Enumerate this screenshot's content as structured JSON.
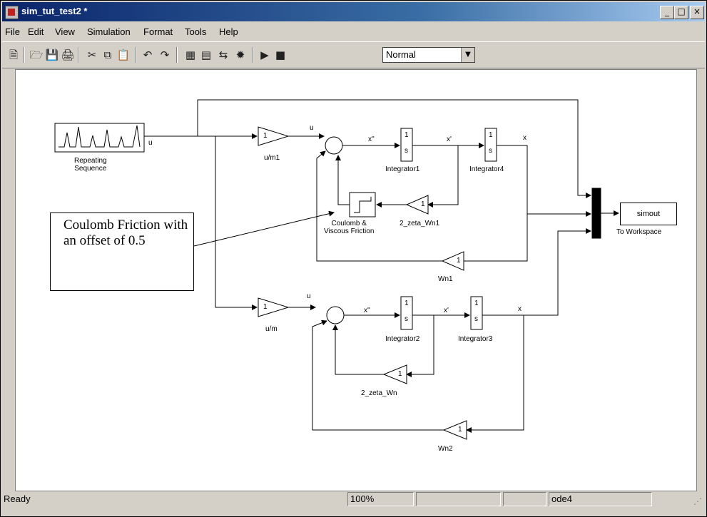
{
  "window": {
    "title": "sim_tut_test2 *",
    "controls": {
      "minimize": "_",
      "maximize": "□",
      "close": "×"
    }
  },
  "menu": [
    "File",
    "Edit",
    "View",
    "Simulation",
    "Format",
    "Tools",
    "Help"
  ],
  "toolbar": {
    "icons": [
      "new-icon",
      "open-icon",
      "save-icon",
      "print-icon",
      "cut-icon",
      "copy-icon",
      "paste-icon",
      "undo-icon",
      "redo-icon",
      "library-browser-icon",
      "model-explorer-icon",
      "debugger-icon",
      "build-icon",
      "start-icon",
      "stop-icon"
    ],
    "mode": "Normal"
  },
  "diagram": {
    "source_label": "Repeating\nSequence",
    "source_out": "u",
    "gain_u_m1": {
      "value": "1",
      "label": "u/m1"
    },
    "gain_u_m": {
      "value": "1",
      "label": "u/m"
    },
    "u_top": "u",
    "u_bottom": "u",
    "xdd_top": "x''",
    "xd_top": "x'",
    "x_top": "x",
    "xdd_bottom": "x''",
    "xd_bottom": "x'",
    "x_bottom": "x",
    "integrator1": {
      "num": "1",
      "den": "s",
      "label": "Integrator1"
    },
    "integrator4": {
      "num": "1",
      "den": "s",
      "label": "Integrator4"
    },
    "integrator2": {
      "num": "1",
      "den": "s",
      "label": "Integrator2"
    },
    "integrator3": {
      "num": "1",
      "den": "s",
      "label": "Integrator3"
    },
    "coulomb_label": "Coulomb &\nViscous Friction",
    "zeta_top": {
      "value": "1",
      "label": "2_zeta_Wn1"
    },
    "wn1": {
      "value": "1",
      "label": "Wn1"
    },
    "zeta_bottom": {
      "value": "1",
      "label": "2_zeta_Wn"
    },
    "wn2": {
      "value": "1",
      "label": "Wn2"
    },
    "workspace": {
      "var": "simout",
      "label": "To Workspace"
    },
    "note": "Coulomb Friction with an offset of 0.5"
  },
  "status": {
    "text": "Ready",
    "zoom": "100%",
    "solver": "ode4"
  }
}
